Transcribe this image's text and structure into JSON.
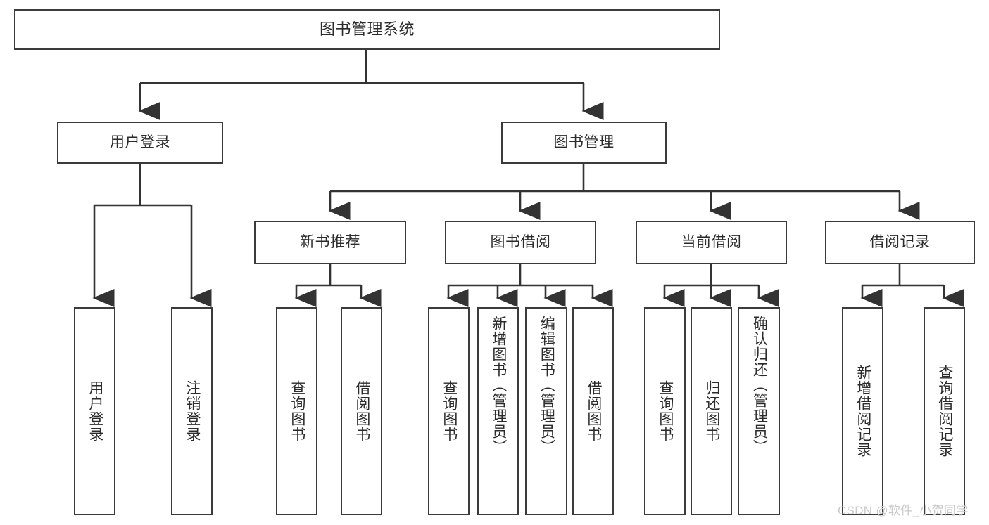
{
  "diagram": {
    "title": "图书管理系统",
    "type": "hierarchy-tree",
    "colors": {
      "box_border": "#3b3b3b",
      "box_fill": "#ffffff",
      "connector": "#333333",
      "text": "#2b2b2b",
      "watermark": "#c9c9c9",
      "background": "#ffffff"
    },
    "levels": {
      "root": {
        "label": "图书管理系统"
      },
      "level2": [
        {
          "id": "user-login",
          "label": "用户登录"
        },
        {
          "id": "book-manage",
          "label": "图书管理"
        }
      ],
      "level3": [
        {
          "id": "new-book-recommend",
          "label": "新书推荐",
          "parent": "book-manage"
        },
        {
          "id": "book-borrow",
          "label": "图书借阅",
          "parent": "book-manage"
        },
        {
          "id": "current-borrow",
          "label": "当前借阅",
          "parent": "book-manage"
        },
        {
          "id": "borrow-record",
          "label": "借阅记录",
          "parent": "book-manage"
        }
      ],
      "leaves": [
        {
          "id": "leaf-user-login",
          "label": "用户登录",
          "parent": "user-login"
        },
        {
          "id": "leaf-logout",
          "label": "注销登录",
          "parent": "user-login"
        },
        {
          "id": "leaf-query-book-1",
          "label": "查询图书",
          "parent": "new-book-recommend"
        },
        {
          "id": "leaf-borrow-book-1",
          "label": "借阅图书",
          "parent": "new-book-recommend"
        },
        {
          "id": "leaf-query-book-2",
          "label": "查询图书",
          "parent": "book-borrow"
        },
        {
          "id": "leaf-add-book",
          "label": "新增图书（管理员）",
          "parent": "book-borrow"
        },
        {
          "id": "leaf-edit-book",
          "label": "编辑图书（管理员）",
          "parent": "book-borrow"
        },
        {
          "id": "leaf-borrow-book-2",
          "label": "借阅图书",
          "parent": "book-borrow"
        },
        {
          "id": "leaf-query-book-3",
          "label": "查询图书",
          "parent": "current-borrow"
        },
        {
          "id": "leaf-return-book",
          "label": "归还图书",
          "parent": "current-borrow"
        },
        {
          "id": "leaf-confirm-return",
          "label": "确认归还（管理员）",
          "parent": "current-borrow"
        },
        {
          "id": "leaf-add-record",
          "label": "新增借阅记录",
          "parent": "borrow-record"
        },
        {
          "id": "leaf-query-record",
          "label": "查询借阅记录",
          "parent": "borrow-record"
        }
      ]
    },
    "watermark": "CSDN @软件_小贺同学"
  }
}
